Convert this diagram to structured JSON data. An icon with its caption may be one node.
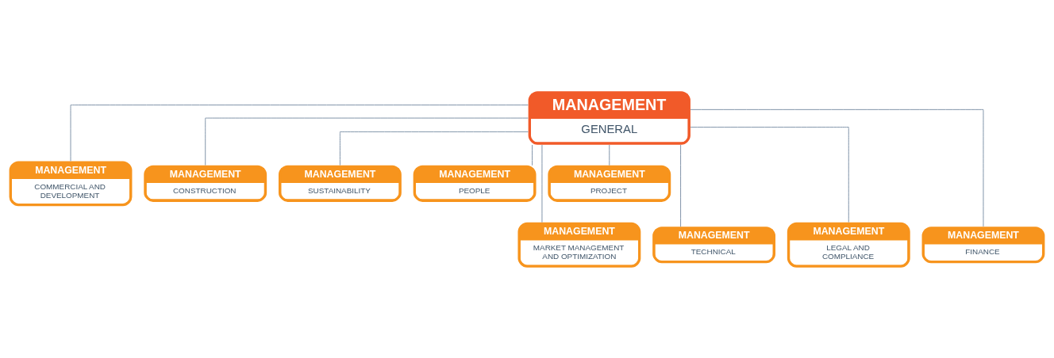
{
  "diagram": {
    "nodes": [
      {
        "text": [
          "MANAGEMENT",
          "GENERAL"
        ]
      },
      {
        "text": [
          "MANAGEMENT",
          "COMMERCIAL AND DEVELOPMENT"
        ]
      },
      {
        "text": [
          "MANAGEMENT",
          "CONSTRUCTION"
        ]
      },
      {
        "text": [
          "MANAGEMENT",
          "SUSTAINABILITY"
        ]
      },
      {
        "text": [
          "MANAGEMENT",
          "PEOPLE"
        ]
      },
      {
        "text": [
          "MANAGEMENT",
          "PROJECT"
        ]
      },
      {
        "text": [
          "MANAGEMENT",
          "MARKET MANAGEMENT AND OPTIMIZATION"
        ]
      },
      {
        "text": [
          "MANAGEMENT",
          "TECHNICAL"
        ]
      },
      {
        "text": [
          "MANAGEMENT",
          "LEGAL AND COMPLIANCE"
        ]
      },
      {
        "text": [
          "MANAGEMENT",
          "FINANCE"
        ]
      }
    ],
    "edges": [
      {
        "from": 0,
        "to": 1,
        "arrow": "none"
      },
      {
        "from": 0,
        "to": 6,
        "arrow": "none"
      },
      {
        "from": 0,
        "to": 2,
        "arrow": "none"
      },
      {
        "from": 0,
        "to": 7,
        "arrow": "none"
      },
      {
        "from": 0,
        "to": 3,
        "arrow": "none"
      },
      {
        "from": 0,
        "to": 8,
        "arrow": "none"
      },
      {
        "from": 0,
        "to": 4,
        "arrow": "none"
      },
      {
        "from": 0,
        "to": 9,
        "arrow": "none"
      },
      {
        "from": 0,
        "to": 5,
        "arrow": "none"
      }
    ]
  }
}
